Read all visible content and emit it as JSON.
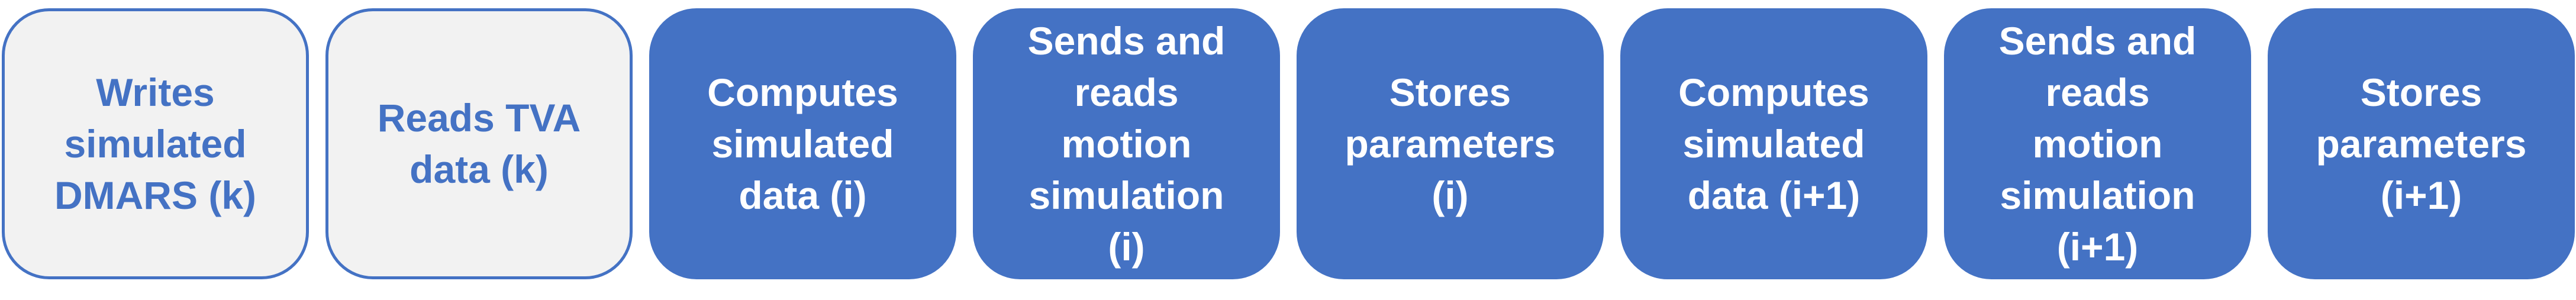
{
  "steps": [
    {
      "text": "Writes\nsimulated\nDMARS (k)",
      "style": "light"
    },
    {
      "text": "Reads TVA\ndata (k)",
      "style": "light"
    },
    {
      "text": "Computes\nsimulated\ndata (i)",
      "style": "dark"
    },
    {
      "text": "Sends and\nreads\nmotion\nsimulation\n(i)",
      "style": "dark"
    },
    {
      "text": "Stores\nparameters\n(i)",
      "style": "dark"
    },
    {
      "text": "Computes\nsimulated\ndata (i+1)",
      "style": "dark"
    },
    {
      "text": "Sends and\nreads\nmotion\nsimulation\n(i+1)",
      "style": "dark"
    },
    {
      "text": "Stores\nparameters\n(i+1)",
      "style": "dark"
    }
  ],
  "colors": {
    "accent": "#4472c4",
    "light_fill": "#f2f2f2",
    "dark_text": "#ffffff"
  }
}
